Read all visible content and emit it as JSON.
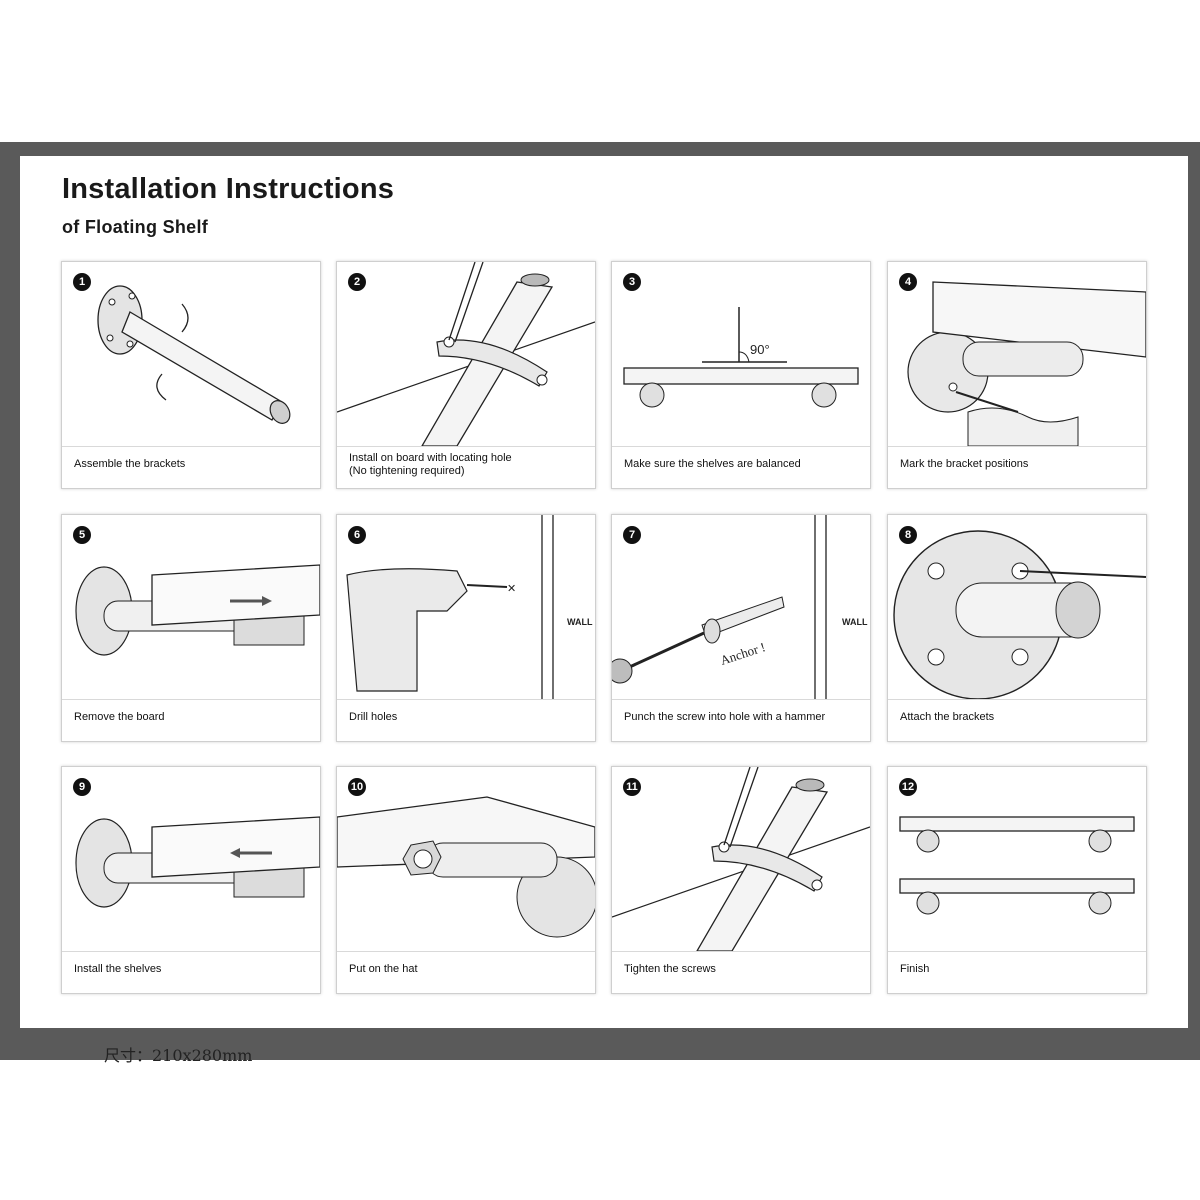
{
  "header": {
    "title": "Installation Instructions",
    "subtitle": "of Floating Shelf"
  },
  "steps": [
    {
      "number": "1",
      "caption": "Assemble the brackets"
    },
    {
      "number": "2",
      "caption": "Install on board with locating hole",
      "caption_line2": "(No tightening required)"
    },
    {
      "number": "3",
      "caption": "Make sure the shelves are balanced",
      "angle_label": "90°"
    },
    {
      "number": "4",
      "caption": "Mark the bracket positions"
    },
    {
      "number": "5",
      "caption": "Remove the board"
    },
    {
      "number": "6",
      "caption": "Drill holes",
      "wall_label": "WALL"
    },
    {
      "number": "7",
      "caption": "Punch the screw into hole with a hammer",
      "wall_label": "WALL",
      "anchor_label": "Anchor !"
    },
    {
      "number": "8",
      "caption": "Attach the brackets"
    },
    {
      "number": "9",
      "caption": "Install the shelves"
    },
    {
      "number": "10",
      "caption": "Put on the hat"
    },
    {
      "number": "11",
      "caption": "Tighten the screws"
    },
    {
      "number": "12",
      "caption": "Finish"
    }
  ],
  "footer": {
    "size_note": "尺寸：210x280mm"
  }
}
